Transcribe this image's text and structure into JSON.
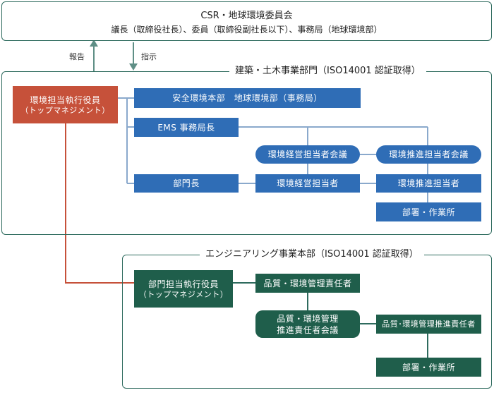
{
  "committee": {
    "title": "CSR・地球環境委員会",
    "members": "議長（取締役社長）、委員（取締役副社長以下）、事務局（地球環境部）"
  },
  "arrows": {
    "report": "報告",
    "instruct": "指示"
  },
  "construction": {
    "title": "建築・土木事業部門（ISO14001 認証取得）",
    "exec": {
      "line1": "環境担当執行役員",
      "line2": "（トップマネジメント）"
    },
    "safety_hq": "安全環境本部　地球環境部（事務局）",
    "ems_manager": "EMS 事務局長",
    "mgmt_council": "環境経営担当者会議",
    "promo_council": "環境推進担当者会議",
    "division_head": "部門長",
    "mgmt_staff": "環境経営担当者",
    "promo_staff": "環境推進担当者",
    "sites": "部署・作業所"
  },
  "engineering": {
    "title": "エンジニアリング事業本部（ISO14001 認証取得）",
    "exec": {
      "line1": "部門担当執行役員",
      "line2": "（トップマネジメント）"
    },
    "qe_manager": "品質・環境管理責任者",
    "qe_council": {
      "line1": "品質・環境管理",
      "line2": "推進責任者会議"
    },
    "qe_promo": "品質･環境管理推進責任者",
    "sites": "部署・作業所"
  },
  "colors": {
    "frame": "#2e6b5e",
    "blue": "#2f6db6",
    "red": "#c6513a",
    "green": "#1f5e4b",
    "line_blue": "#8aa9cc",
    "arrow": "#5f8f86"
  }
}
